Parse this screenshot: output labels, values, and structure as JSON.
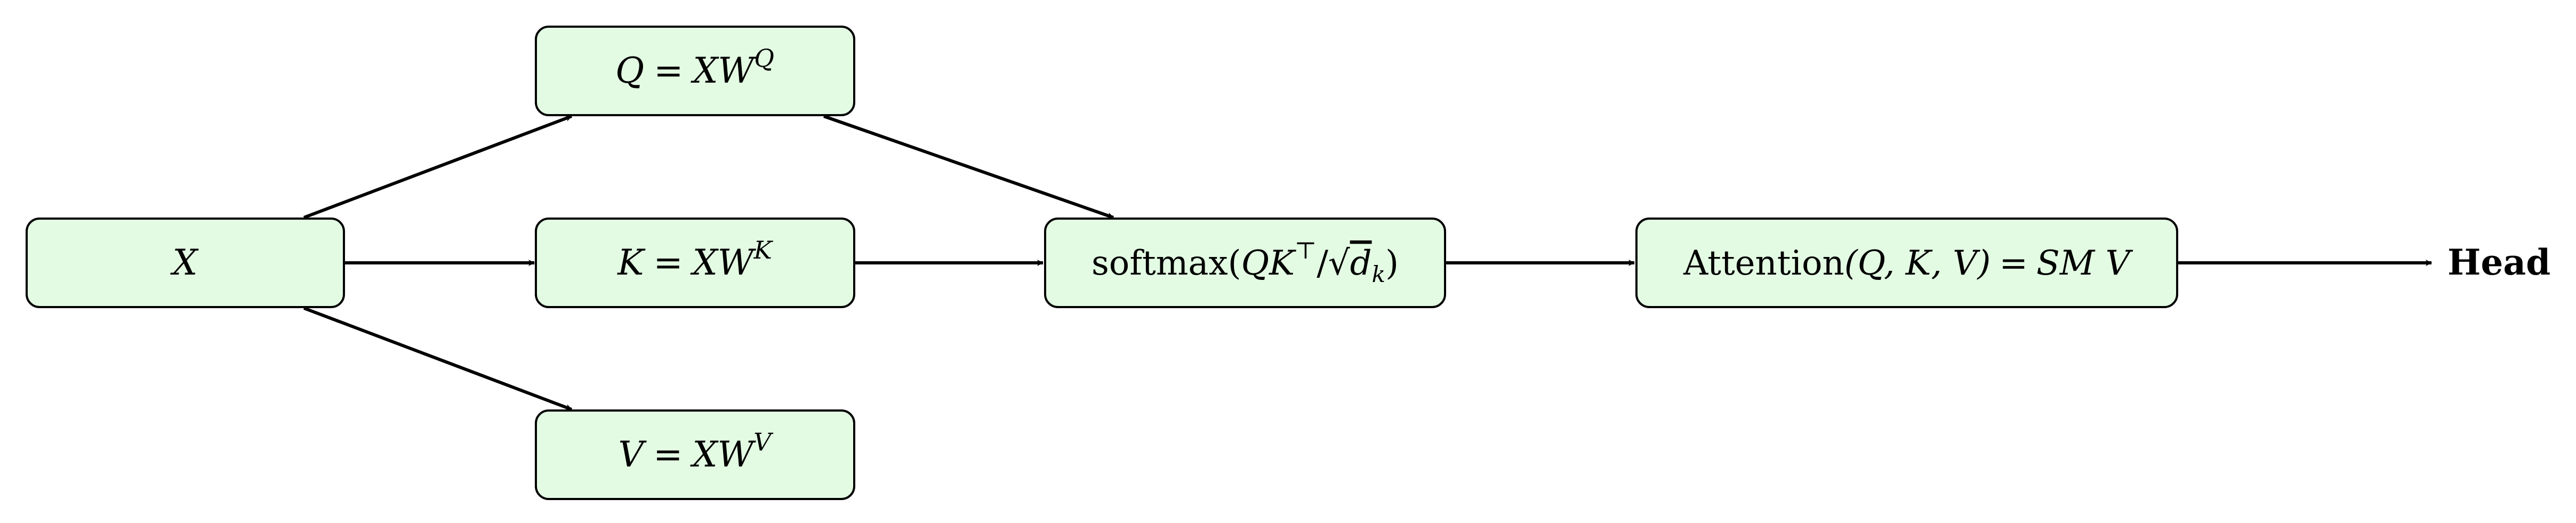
{
  "nodes": {
    "x": {
      "var": "X"
    },
    "q": {
      "lhs": "Q",
      "eq": "=",
      "rhs": "XW",
      "sup": "Q"
    },
    "k": {
      "lhs": "K",
      "eq": "=",
      "rhs": "XW",
      "sup": "K"
    },
    "v": {
      "lhs": "V",
      "eq": "=",
      "rhs": "XW",
      "sup": "V"
    },
    "softmax": {
      "fn": "softmax",
      "open": "(",
      "qk": "QK",
      "transpose": "⊤",
      "slash": "/",
      "sqrt": "√",
      "dk_d": "d",
      "dk_k": "k",
      "close": ")"
    },
    "attention": {
      "fn": "Attention",
      "args": "(Q, K, V)",
      "eq": "=",
      "rhs": "SM V"
    }
  },
  "output": {
    "label": "Head"
  },
  "colors": {
    "node_fill": "#e3fbe3",
    "stroke": "#000000"
  }
}
